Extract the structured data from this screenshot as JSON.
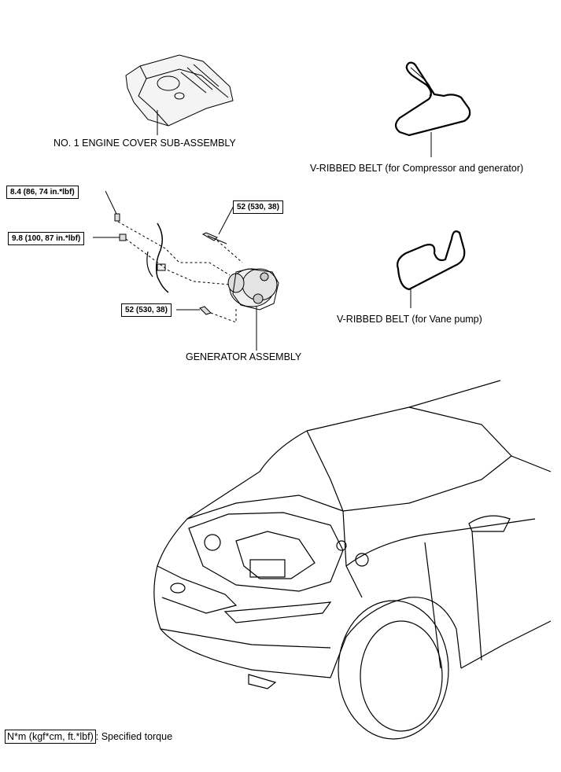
{
  "labels": {
    "engine_cover": "NO. 1 ENGINE COVER SUB-ASSEMBLY",
    "belt_compressor": "V-RIBBED BELT (for Compressor and generator)",
    "belt_vane_pump": "V-RIBBED BELT (for Vane pump)",
    "generator": "GENERATOR ASSEMBLY"
  },
  "torques": {
    "t1": "8.4 (86, 74 in.*lbf)",
    "t2": "9.8 (100, 87 in.*lbf)",
    "t3": "52 (530, 38)",
    "t4": "52 (530, 38)"
  },
  "legend": {
    "unit": "N*m (kgf*cm, ft.*lbf)",
    "text": ": Specified torque"
  }
}
